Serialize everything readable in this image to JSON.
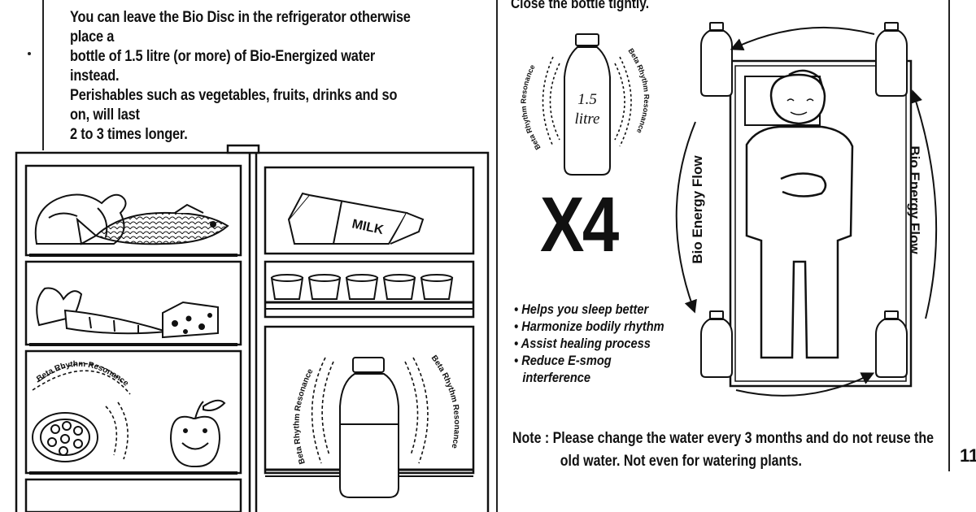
{
  "left_page": {
    "intro_lines": [
      "You can leave the Bio Disc in the refrigerator otherwise place a",
      "bottle of 1.5 litre (or more) of Bio-Energized water instead.",
      "Perishables such as vegetables, fruits, drinks and so on, will last",
      "2 to 3 times longer."
    ],
    "resonance_label": "Beta Rhythm Resonance"
  },
  "right_page": {
    "top_line": "Close the bottle tightly.",
    "bottle_volume": "1.5",
    "bottle_unit": "litre",
    "resonance_label": "Beta Rhythm Resonance",
    "multiplier": "X4",
    "benefits": [
      "Helps you sleep better",
      "Harmonize bodily rhythm",
      "Assist healing process",
      "Reduce E-smog",
      "interference"
    ],
    "flow_label": "Bio Energy Flow",
    "note_line1": "Note : Please change the water every 3 months and do not reuse the",
    "note_line2": "old water. Not even for watering plants.",
    "page_number": "11"
  }
}
